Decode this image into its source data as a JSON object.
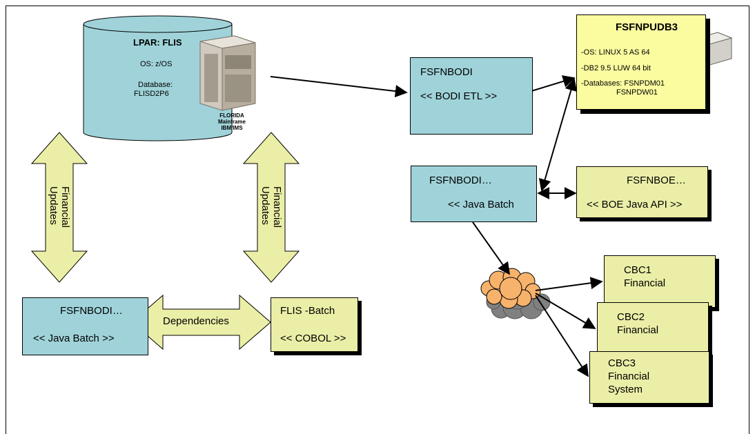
{
  "lpar": {
    "title": "LPAR: FLIS",
    "os": "OS: z/OS",
    "db_label": "Database:",
    "db_name": "FLISD2P6",
    "mainframe_caption": [
      "FLORIDA",
      "Mainframe",
      "IBM/IMS"
    ]
  },
  "fsfnbodi_etl": {
    "name": "FSFNBODI",
    "role": "<< BODI ETL >>"
  },
  "fsfnpudb3": {
    "name": "FSFNPUDB3",
    "os": "-OS: LINUX 5 AS 64",
    "db2": "-DB2 9.5 LUW   64 bit",
    "databases": "-Databases: FSNPDM01",
    "databases2": "FSNPDW01"
  },
  "fsfnbodi_java": {
    "name": "FSFNBODI…",
    "role": "<< Java Batch"
  },
  "fsfnboe": {
    "name": "FSFNBOE…",
    "role": "<< BOE Java API >>"
  },
  "fsfnbodi_java2": {
    "name": "FSFNBODI…",
    "role": "<< Java Batch >>"
  },
  "flis_batch": {
    "name": "FLIS -Batch",
    "role": "<< COBOL >>"
  },
  "arrows": {
    "left_updates": [
      "Financial",
      "Updates"
    ],
    "right_updates": [
      "Financial",
      "Updates"
    ],
    "dependencies": "Dependencies"
  },
  "cbc": [
    {
      "lines": [
        "CBC1",
        "Financial"
      ]
    },
    {
      "lines": [
        "CBC2",
        "Financial"
      ]
    },
    {
      "lines": [
        "CBC3",
        "Financial",
        "System"
      ]
    }
  ],
  "colors": {
    "teal": "#9fd3d9",
    "yellow": "#ebeea6",
    "light_yellow": "#fafc9f",
    "cloud": "#f7b26b",
    "shadow": "#808080"
  }
}
